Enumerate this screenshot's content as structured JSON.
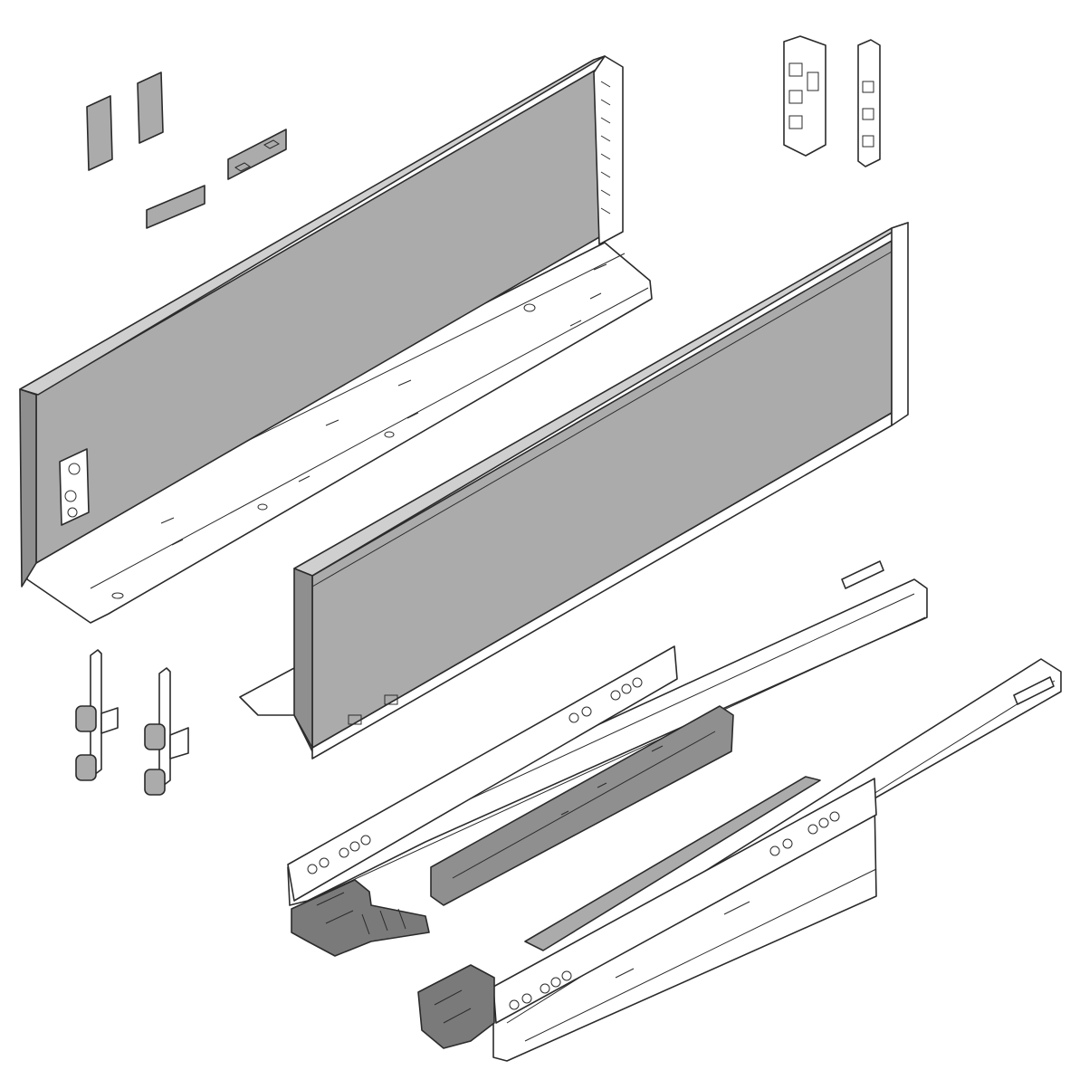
{
  "colors": {
    "panel": "#ababab",
    "panel_dark": "#8f8f8f",
    "clip": "#7a7a7a",
    "line": "#2b2b2b",
    "background": "#ffffff"
  },
  "icons": [
    "drawer-side-panel-left",
    "drawer-side-panel-right",
    "runner-left",
    "runner-right",
    "cover-caps",
    "rear-brackets",
    "front-fixing-hinges"
  ]
}
